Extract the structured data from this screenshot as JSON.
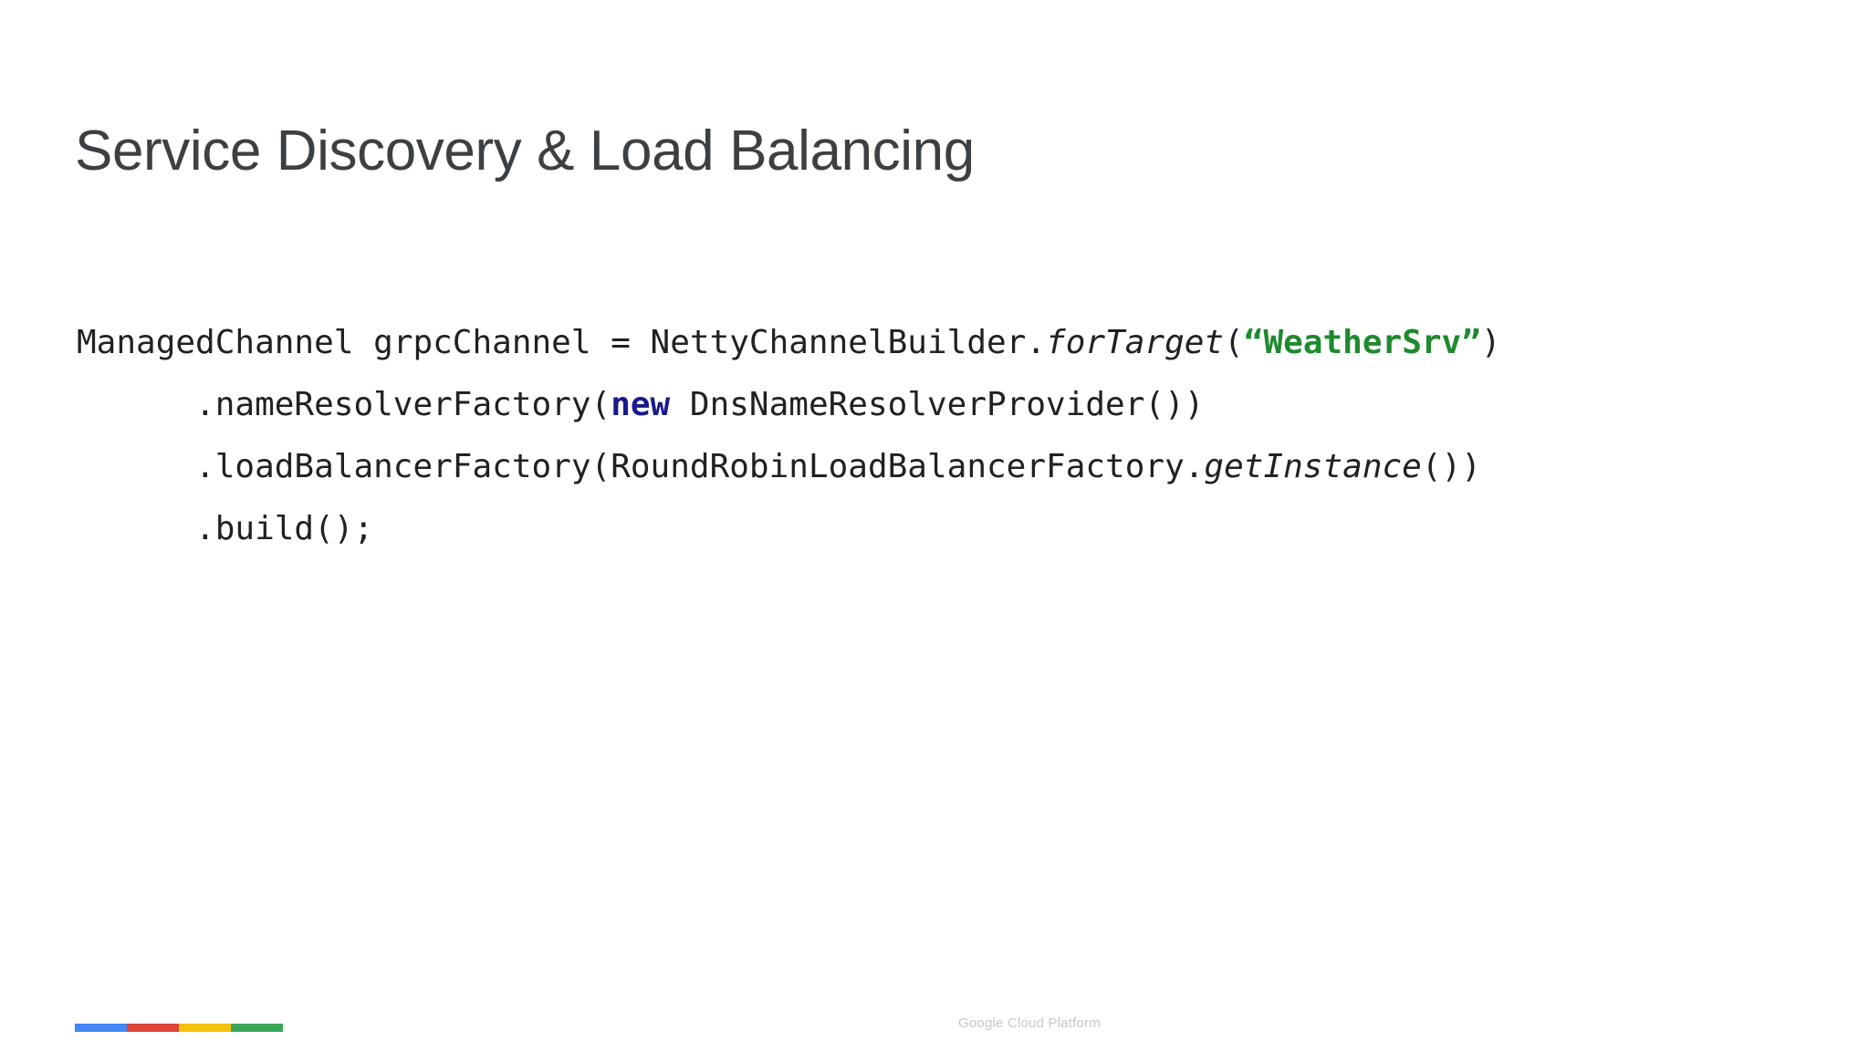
{
  "slide": {
    "title": "Service Discovery & Load Balancing",
    "background_color": "#ffffff",
    "title_color": "#3c4043"
  },
  "code": {
    "language": "java",
    "text_color": "#202124",
    "string_color": "#1e8a2e",
    "keyword_color": "#1a1a8c",
    "lines": [
      {
        "indent": "",
        "segments": [
          {
            "text": "ManagedChannel grpcChannel = NettyChannelBuilder.",
            "style": "plain"
          },
          {
            "text": "forTarget",
            "style": "italic"
          },
          {
            "text": "(",
            "style": "plain"
          },
          {
            "text": "“WeatherSrv”",
            "style": "string"
          },
          {
            "text": ")",
            "style": "plain"
          }
        ]
      },
      {
        "indent": "      ",
        "segments": [
          {
            "text": ".nameResolverFactory(",
            "style": "plain"
          },
          {
            "text": "new",
            "style": "keyword"
          },
          {
            "text": " DnsNameResolverProvider())",
            "style": "plain"
          }
        ]
      },
      {
        "indent": "      ",
        "segments": [
          {
            "text": ".loadBalancerFactory(RoundRobinLoadBalancerFactory.",
            "style": "plain"
          },
          {
            "text": "getInstance",
            "style": "italic"
          },
          {
            "text": "())",
            "style": "plain"
          }
        ]
      },
      {
        "indent": "      ",
        "segments": [
          {
            "text": ".build();",
            "style": "plain"
          }
        ]
      }
    ]
  },
  "footer": {
    "text": "Google Cloud Platform",
    "text_color": "#c6c8ca",
    "bar_colors": [
      "#4285f4",
      "#db4437",
      "#f4c20d",
      "#3aa757"
    ]
  }
}
